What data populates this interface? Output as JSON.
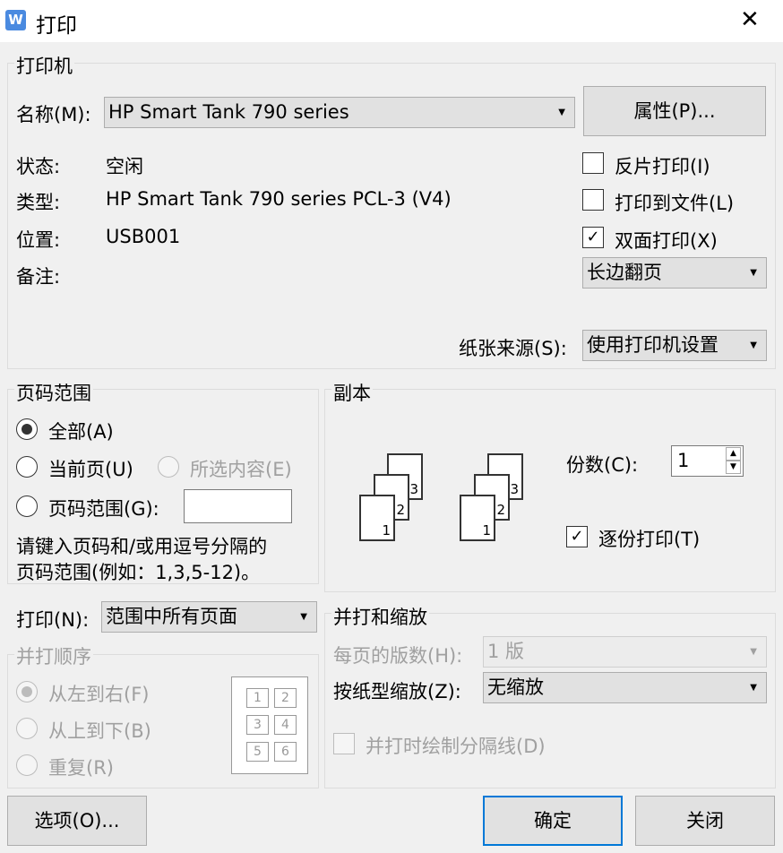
{
  "window": {
    "title": "打印",
    "app_icon": "W",
    "close": "✕"
  },
  "printer": {
    "legend": "打印机",
    "name_label": "名称(M):",
    "name_value": "HP Smart Tank 790 series",
    "properties_button": "属性(P)...",
    "status_label": "状态:",
    "status_value": "空闲",
    "type_label": "类型:",
    "type_value": "HP Smart Tank 790 series PCL-3 (V4)",
    "location_label": "位置:",
    "location_value": "USB001",
    "comment_label": "备注:",
    "reverse_label": "反片打印(I)",
    "reverse_checked": false,
    "to_file_label": "打印到文件(L)",
    "to_file_checked": false,
    "duplex_label": "双面打印(X)",
    "duplex_checked": true,
    "duplex_mode": "长边翻页",
    "paper_source_label": "纸张来源(S):",
    "paper_source_value": "使用打印机设置"
  },
  "page_range": {
    "legend": "页码范围",
    "all": "全部(A)",
    "current": "当前页(U)",
    "selection": "所选内容(E)",
    "range": "页码范围(G):",
    "range_value": "",
    "selected": "all",
    "hint1": "请键入页码和/或用逗号分隔的",
    "hint2": "页码范围(例如：1,3,5-12)。"
  },
  "copies": {
    "legend": "副本",
    "count_label": "份数(C):",
    "count_value": "1",
    "collate_label": "逐份打印(T)",
    "collate_checked": true,
    "page_numbers": [
      "1",
      "2",
      "3"
    ]
  },
  "print_what": {
    "label": "打印(N):",
    "value": "范围中所有页面"
  },
  "order": {
    "legend": "并打顺序",
    "left_right": "从左到右(F)",
    "top_bottom": "从上到下(B)",
    "repeat": "重复(R)",
    "grid": [
      "1",
      "2",
      "3",
      "4",
      "5",
      "6"
    ]
  },
  "zoom": {
    "legend": "并打和缩放",
    "pages_per_sheet_label": "每页的版数(H):",
    "pages_per_sheet_value": "1 版",
    "scale_label": "按纸型缩放(Z):",
    "scale_value": "无缩放",
    "separator_label": "并打时绘制分隔线(D)"
  },
  "buttons": {
    "options": "选项(O)...",
    "ok": "确定",
    "close": "关闭"
  },
  "colors": {
    "accent": "#0078d7",
    "icon": "#4a8ae0"
  }
}
